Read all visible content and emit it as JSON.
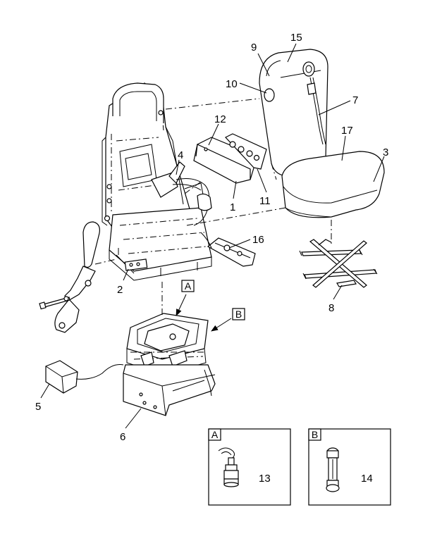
{
  "callouts": {
    "c1": "1",
    "c2": "2",
    "c3": "3",
    "c4": "4",
    "c5": "5",
    "c6": "6",
    "c7": "7",
    "c8": "8",
    "c9": "9",
    "c10": "10",
    "c11": "11",
    "c12": "12",
    "c13": "13",
    "c14": "14",
    "c15": "15",
    "c16": "16",
    "c17": "17"
  },
  "views": {
    "a": "A",
    "b": "B"
  }
}
